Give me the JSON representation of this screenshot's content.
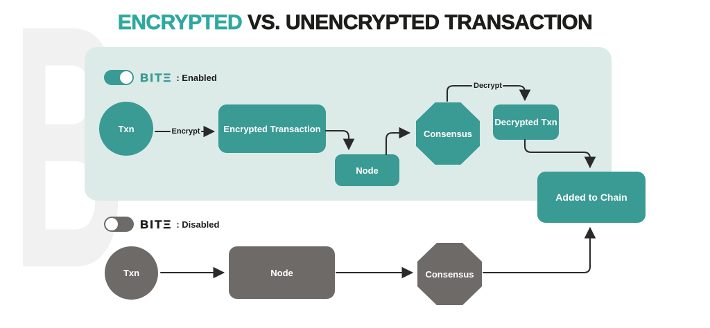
{
  "title": {
    "highlight": "ENCRYPTED",
    "rest": "VS. UNENCRYPTED  TRANSACTION"
  },
  "colors": {
    "teal": "#3a9a94",
    "panel_light_teal": "#dcebe8",
    "gray": "#6e6a67",
    "title_teal": "#2fa8a0",
    "ink": "#1d1d1b",
    "connector": "#2a2a2a",
    "watermark": "#f1f1f1"
  },
  "bite_enabled": {
    "brand": "BITΞ",
    "state": ": Enabled",
    "toggle": "on"
  },
  "bite_disabled": {
    "brand": "BITΞ",
    "state": ": Disabled",
    "toggle": "off"
  },
  "encrypted_flow": {
    "txn": "Txn",
    "encrypt_label": "Encrypt",
    "encrypted_transaction": "Encrypted Transaction",
    "node": "Node",
    "consensus": "Consensus",
    "decrypt_label": "Decrypt",
    "decrypted_txn": "Decrypted Txn"
  },
  "unencrypted_flow": {
    "txn": "Txn",
    "node": "Node",
    "consensus": "Consensus"
  },
  "shared": {
    "added_to_chain": "Added to Chain"
  },
  "watermark_glyph": "B"
}
